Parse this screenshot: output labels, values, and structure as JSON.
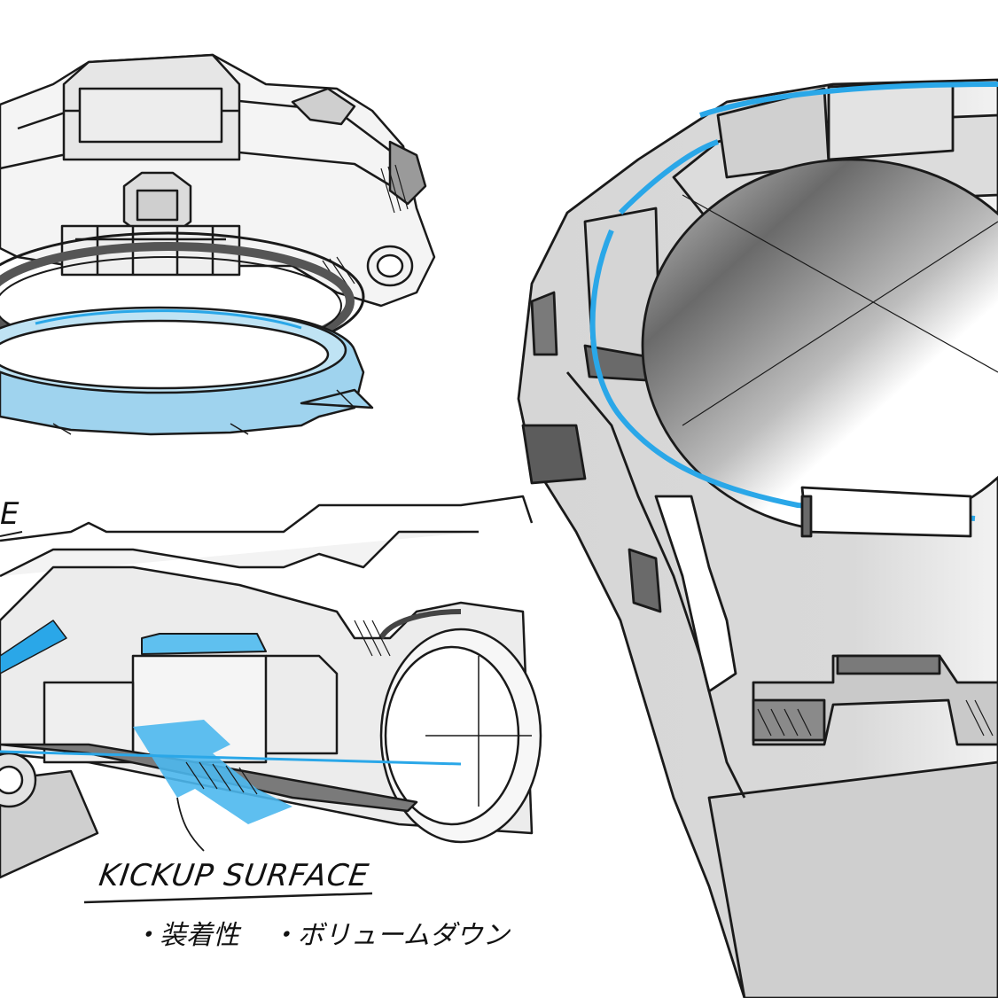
{
  "annotations": {
    "corner_fragment": "E",
    "main_label": "KICKUP SURFACE",
    "notes": [
      "・装着性",
      "・ボリュームダウン"
    ]
  },
  "colors": {
    "ink": "#1a1a1a",
    "accent_blue": "#2aa7e8",
    "light_blue_fill": "#9fd3ee",
    "shade_grey": "#c9c9c9",
    "dark_grey": "#6a6a6a"
  }
}
